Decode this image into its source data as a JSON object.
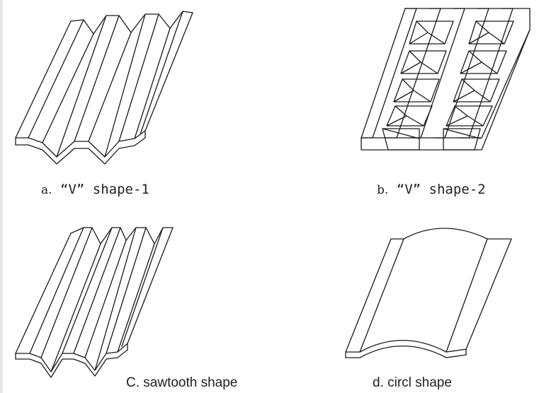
{
  "panels": [
    {
      "id": "a",
      "prefix": "a.",
      "label": "“V” shape-1"
    },
    {
      "id": "b",
      "prefix": "b.",
      "label": "“V” shape-2"
    },
    {
      "id": "c",
      "label": "C. sawtooth shape"
    },
    {
      "id": "d",
      "label": "d. circl shape"
    }
  ]
}
